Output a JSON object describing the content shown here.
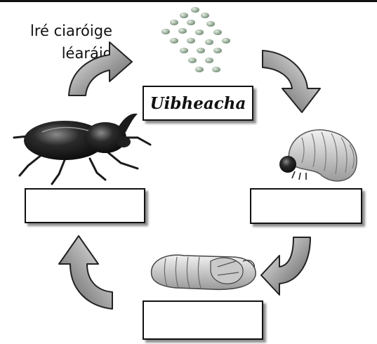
{
  "instruction": {
    "line1": "lré ciaróige",
    "line2": "léaráid"
  },
  "stages": {
    "eggs": {
      "label": "Uibheacha"
    },
    "larva": {
      "label": ""
    },
    "pupa": {
      "label": ""
    },
    "adult": {
      "label": ""
    }
  },
  "icons": {
    "eggs": "egg-cluster-icon",
    "larva": "beetle-larva-icon",
    "pupa": "beetle-pupa-icon",
    "adult": "beetle-adult-icon",
    "arrows": "cycle-arrow-icon"
  },
  "colors": {
    "arrow_light": "#f2f2f2",
    "arrow_dark": "#5a5a5a",
    "outline": "#111111"
  }
}
